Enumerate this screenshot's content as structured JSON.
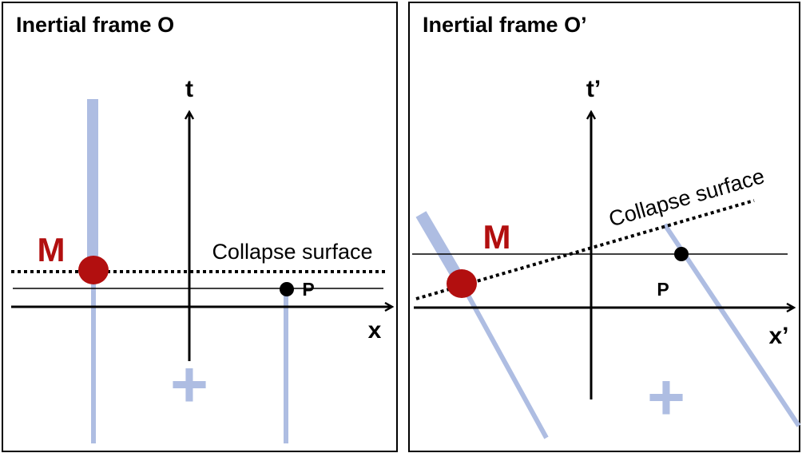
{
  "panels": [
    {
      "title": "Inertial frame O",
      "axis_t": "t",
      "axis_x": "x",
      "mass_label": "M",
      "point_label": "P",
      "surface_label": "Collapse surface",
      "plus_symbol": "+"
    },
    {
      "title": "Inertial frame O’",
      "axis_t": "t’",
      "axis_x": "x’",
      "mass_label": "M",
      "point_label": "P",
      "surface_label": "Collapse surface",
      "plus_symbol": "+"
    }
  ],
  "colors": {
    "worldline": "#aebde2",
    "mass": "#b20f0f",
    "axis": "#000000",
    "border": "#000000"
  }
}
